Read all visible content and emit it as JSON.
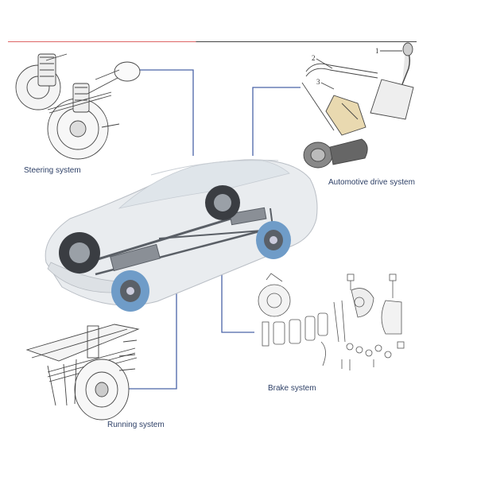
{
  "labels": {
    "steering": "Steering system",
    "drive": "Automotive drive system",
    "brake": "Brake system",
    "running": "Running system"
  },
  "callouts": {
    "shift_1": "1",
    "shift_2": "2",
    "shift_3": "3"
  },
  "colors": {
    "leader_line": "#4a63a8",
    "label_text": "#2d3f66",
    "car_body": "#e9ecef",
    "chassis": "#5a5f66",
    "wheel_blue": "#6f9cc8",
    "sketch": "#444444"
  }
}
